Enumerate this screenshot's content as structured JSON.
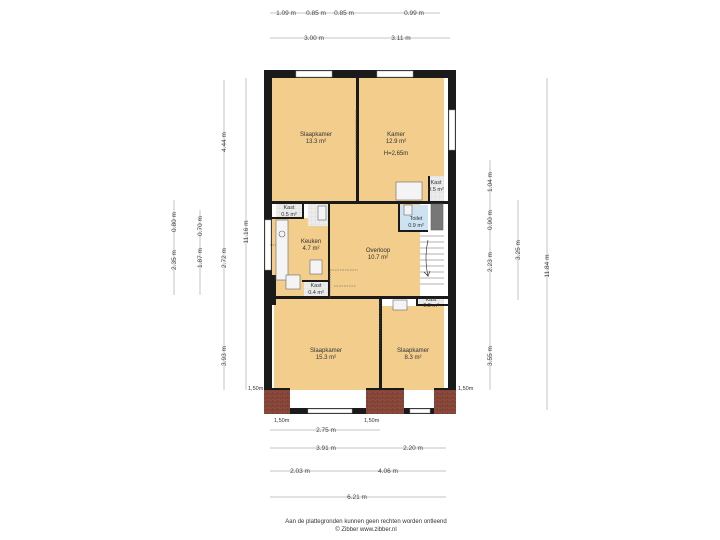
{
  "top_dims_row1": [
    "1.09 m",
    "0.85 m",
    "0.85 m",
    "0.99 m"
  ],
  "top_dims_row2": [
    "3.00 m",
    "3.11 m"
  ],
  "bottom_dims": {
    "row1": [
      "2.75 m"
    ],
    "row2": [
      "3.91 m",
      "2.20 m"
    ],
    "row3": [
      "2.03 m",
      "4.06 m"
    ],
    "row4": [
      "6.21 m"
    ]
  },
  "left_dims": {
    "outer": [
      "0.80 m",
      "2.35 m"
    ],
    "middle": [
      "0.70 m",
      "1.87 m"
    ],
    "inner": [
      "4.44 m",
      "2.72 m",
      "3.93 m"
    ],
    "total": [
      "11.16 m"
    ]
  },
  "right_dims": {
    "inner": [
      "1.04 m",
      "0.90 m",
      "2.23 m",
      "3.55 m"
    ],
    "middle": [
      "3.25 m"
    ],
    "total": [
      "11.84 m"
    ]
  },
  "corner_labels": {
    "left_top": "1,50m",
    "right_top": "1,50m",
    "left_bottom": "1,50m",
    "center_bottom": "1,50m"
  },
  "rooms": [
    {
      "name": "Slaapkamer",
      "area": "13.3 m²"
    },
    {
      "name": "Kamer",
      "area": "12.9 m²",
      "note": "H=2,65m"
    },
    {
      "name": "Kast",
      "area": "0.5 m²"
    },
    {
      "name": "Kast",
      "area": "0.5 m²"
    },
    {
      "name": "Toilet",
      "area": "0.9 m²"
    },
    {
      "name": "Keuken",
      "area": "4.7 m²"
    },
    {
      "name": "Overloop",
      "area": "10.7 m²"
    },
    {
      "name": "Kast",
      "area": "0.4 m²"
    },
    {
      "name": "Kast",
      "area": "0.3 m²"
    },
    {
      "name": "Slaapkamer",
      "area": "15.3 m²"
    },
    {
      "name": "Slaapkamer",
      "area": "8.3 m²"
    }
  ],
  "footer": {
    "line1": "Aan de plattegronden kunnen geen rechten worden ontleend",
    "line2": "© Zibber www.zibber.nl"
  },
  "colors": {
    "room_fill": "#f2cd8c",
    "wall": "#1a1a1a",
    "balcony": "#8b4a3c",
    "tile": "#e6e6e6"
  }
}
